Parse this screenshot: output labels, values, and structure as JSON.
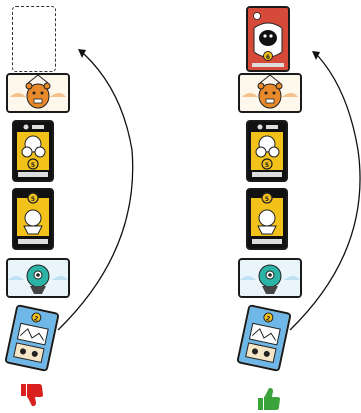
{
  "columns": [
    {
      "id": "left",
      "verdict": "thumbs-down",
      "verdict_color": "#d9201f",
      "top_card": "empty"
    },
    {
      "id": "right",
      "verdict": "thumbs-up",
      "verdict_color": "#3aa33a",
      "top_card": "red-monster-card"
    }
  ],
  "colors": {
    "card_border": "#1a1a1a",
    "yellow": "#f2c21b",
    "teal": "#2bb3a6",
    "blue": "#6fb7e6",
    "orange": "#e8892a",
    "red": "#d64a3a",
    "cream": "#f5e6c8"
  },
  "card_stack": [
    "top-slot",
    "orange-bear-card",
    "yellow-character-card",
    "yellow-character-card-2",
    "teal-robot-card",
    "tilted-blue-card"
  ]
}
